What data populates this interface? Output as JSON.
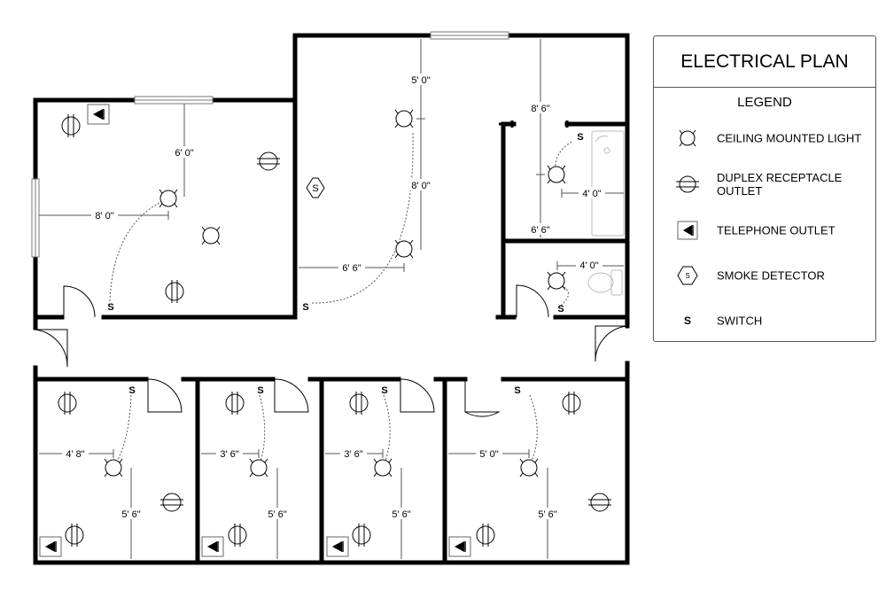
{
  "legend": {
    "title": "ELECTRICAL PLAN",
    "subtitle": "LEGEND",
    "items": [
      {
        "icon": "ceiling-light-icon",
        "label": "CEILING MOUNTED LIGHT"
      },
      {
        "icon": "duplex-receptacle-icon",
        "label": "DUPLEX RECEPTACLE OUTLET"
      },
      {
        "icon": "telephone-outlet-icon",
        "label": "TELEPHONE OUTLET"
      },
      {
        "icon": "smoke-detector-icon",
        "label": "SMOKE DETECTOR"
      },
      {
        "icon": "switch-icon",
        "label": "SWITCH"
      }
    ]
  },
  "symbols": {
    "switch": "S",
    "smoke_detector": "S"
  },
  "dimensions": {
    "office_ne_vertical": "6' 0\"",
    "office_ne_horizontal": "8' 0\"",
    "hall_top": "5' 0\"",
    "hall_mid": "8' 0\"",
    "hall_bottom": "6' 6\"",
    "right_upper": "8' 6\"",
    "right_lower": "6' 6\"",
    "bath1": "4' 0\"",
    "bath2": "4' 0\"",
    "o1_h": "4' 8\"",
    "o1_v": "5' 6\"",
    "o2_h": "3' 6\"",
    "o2_v": "5' 6\"",
    "o3_h": "3' 6\"",
    "o3_v": "5' 6\"",
    "o4_h": "5' 0\"",
    "o4_v": "5' 6\""
  },
  "colors": {
    "wall": "#000000",
    "window": "#888888",
    "line": "#555555",
    "fixture": "#bbbbbb"
  }
}
